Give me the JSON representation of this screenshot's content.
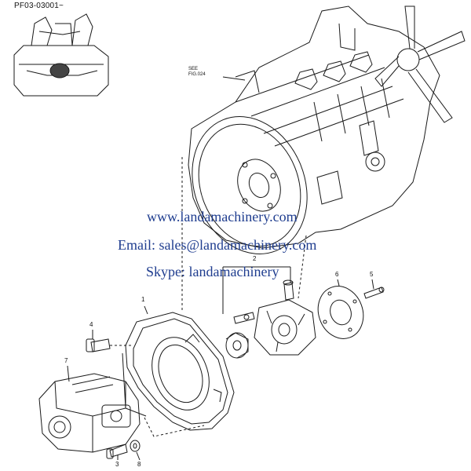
{
  "drawing": {
    "code": "PF03-03001~",
    "see_ref_line1": "SEE",
    "see_ref_line2": "FIG.024"
  },
  "callouts": {
    "c1": "1",
    "c2": "2",
    "c3": "3",
    "c4": "4",
    "c5": "5",
    "c6": "6",
    "c7": "7",
    "c8": "8"
  },
  "watermark": {
    "website": "www.landamachinery.com",
    "email": "Email: sales@landamachinery.com",
    "skype": "Skype: landamachinery"
  },
  "colors": {
    "line": "#1a1a1a",
    "watermark": "#1f3d8f"
  }
}
